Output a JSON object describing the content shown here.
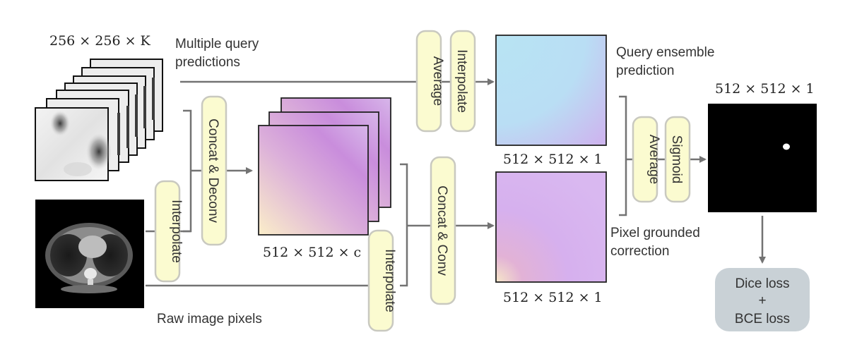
{
  "labels": {
    "input_dims": "256 × 256 × K",
    "query_predictions_line1": "Multiple query",
    "query_predictions_line2": "predictions",
    "raw_pixels": "Raw image pixels",
    "feature_dims": "512 × 512 × c",
    "ensemble_line1": "Query ensemble",
    "ensemble_line2": "prediction",
    "ensemble_dims": "512 × 512 × 1",
    "correction_line1": "Pixel grounded",
    "correction_line2": "correction",
    "correction_dims": "512 × 512 × 1",
    "output_dims": "512 × 512 × 1"
  },
  "operations": {
    "average_top": "Average",
    "interpolate_top": "Interpolate",
    "concat_deconv": "Concat & Deconv",
    "interpolate_left": "Interpolate",
    "concat_conv": "Concat & Conv",
    "interpolate_bottom": "Interpolate",
    "average_final": "Average",
    "sigmoid": "Sigmoid"
  },
  "loss": {
    "line1": "Dice loss",
    "line2": "+",
    "line3": "BCE loss"
  },
  "colors": {
    "pill_fill": "#fbfbd0",
    "pill_stroke": "#c9c9c0",
    "connector": "#737373",
    "loss_box": "#c9d1d6"
  }
}
